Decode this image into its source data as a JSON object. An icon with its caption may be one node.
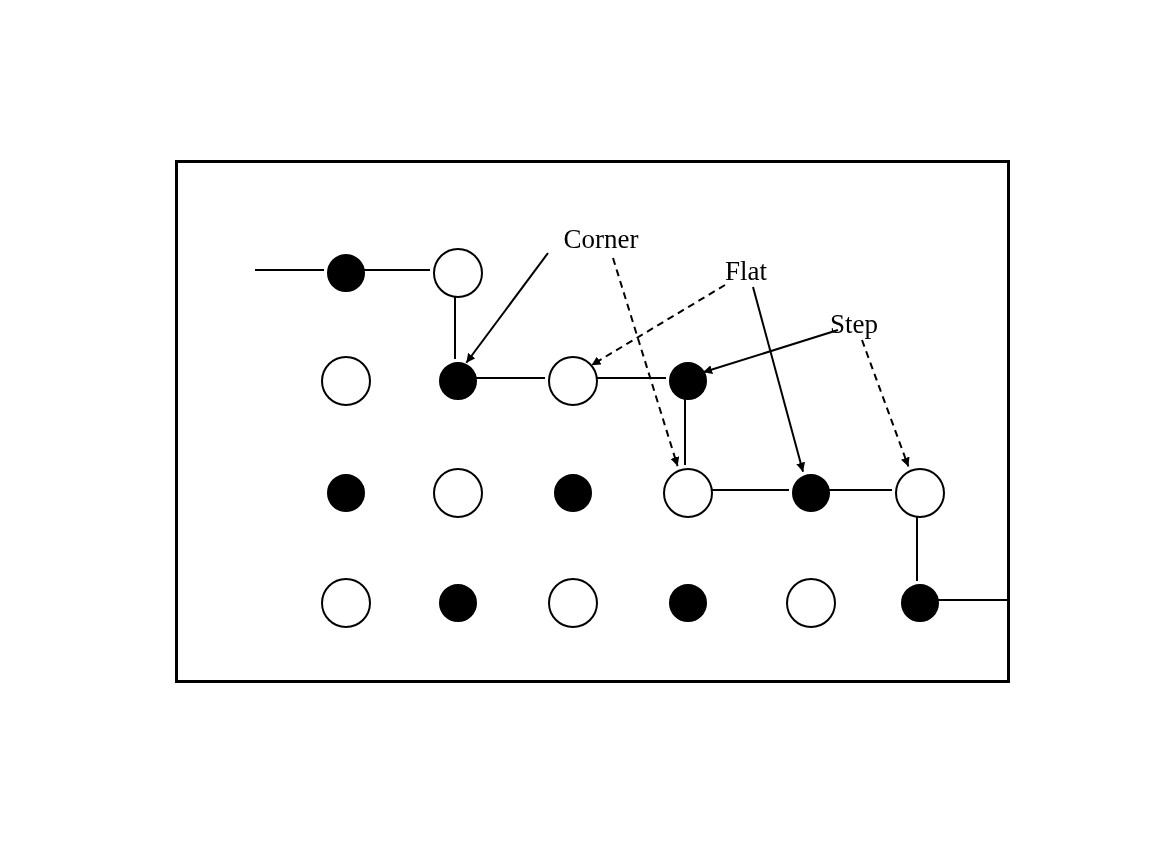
{
  "diagram": {
    "nodes": [
      {
        "text": [],
        "shape": "box"
      },
      {
        "text": [
          "Corner"
        ],
        "in": 0
      },
      {
        "text": [
          "Flat"
        ],
        "in": 0
      },
      {
        "text": [
          "Step"
        ],
        "in": 0
      },
      {
        "text": [],
        "shape": "dot",
        "in": 0
      },
      {
        "text": [],
        "shape": "circle",
        "in": 0
      },
      {
        "text": [],
        "shape": "circle",
        "in": 0
      },
      {
        "text": [],
        "shape": "dot",
        "in": 0
      },
      {
        "text": [],
        "shape": "circle",
        "in": 0
      },
      {
        "text": [],
        "shape": "dot",
        "in": 0
      },
      {
        "text": [],
        "shape": "dot",
        "in": 0
      },
      {
        "text": [],
        "shape": "circle",
        "in": 0
      },
      {
        "text": [],
        "shape": "dot",
        "in": 0
      },
      {
        "text": [],
        "shape": "circle",
        "in": 0
      },
      {
        "text": [],
        "shape": "dot",
        "in": 0
      },
      {
        "text": [],
        "shape": "circle",
        "in": 0
      },
      {
        "text": [],
        "shape": "circle",
        "in": 0
      },
      {
        "text": [],
        "shape": "dot",
        "in": 0
      },
      {
        "text": [],
        "shape": "circle",
        "in": 0
      },
      {
        "text": [],
        "shape": "dot",
        "in": 0
      },
      {
        "text": [],
        "shape": "circle",
        "in": 0
      },
      {
        "text": [],
        "shape": "dot",
        "in": 0
      }
    ],
    "edges": [
      {
        "from": null,
        "to": 4,
        "arrow": "none"
      },
      {
        "from": 4,
        "to": 5,
        "arrow": "none"
      },
      {
        "from": 5,
        "to": 7,
        "arrow": "none"
      },
      {
        "from": 7,
        "to": 8,
        "arrow": "none"
      },
      {
        "from": 8,
        "to": 9,
        "arrow": "none"
      },
      {
        "from": 9,
        "to": 13,
        "arrow": "none"
      },
      {
        "from": 13,
        "to": 14,
        "arrow": "none"
      },
      {
        "from": 14,
        "to": 15,
        "arrow": "none"
      },
      {
        "from": 15,
        "to": 21,
        "arrow": "none"
      },
      {
        "from": 21,
        "to": null,
        "arrow": "none"
      },
      {
        "from": 1,
        "to": 7,
        "arrow": "to"
      },
      {
        "from": 1,
        "to": 13,
        "arrow": "to",
        "style": "dashed"
      },
      {
        "from": 2,
        "to": 8,
        "arrow": "to",
        "style": "dashed"
      },
      {
        "from": 2,
        "to": 14,
        "arrow": "to"
      },
      {
        "from": 3,
        "to": 9,
        "arrow": "to"
      },
      {
        "from": 3,
        "to": 15,
        "arrow": "to",
        "style": "dashed"
      }
    ]
  }
}
